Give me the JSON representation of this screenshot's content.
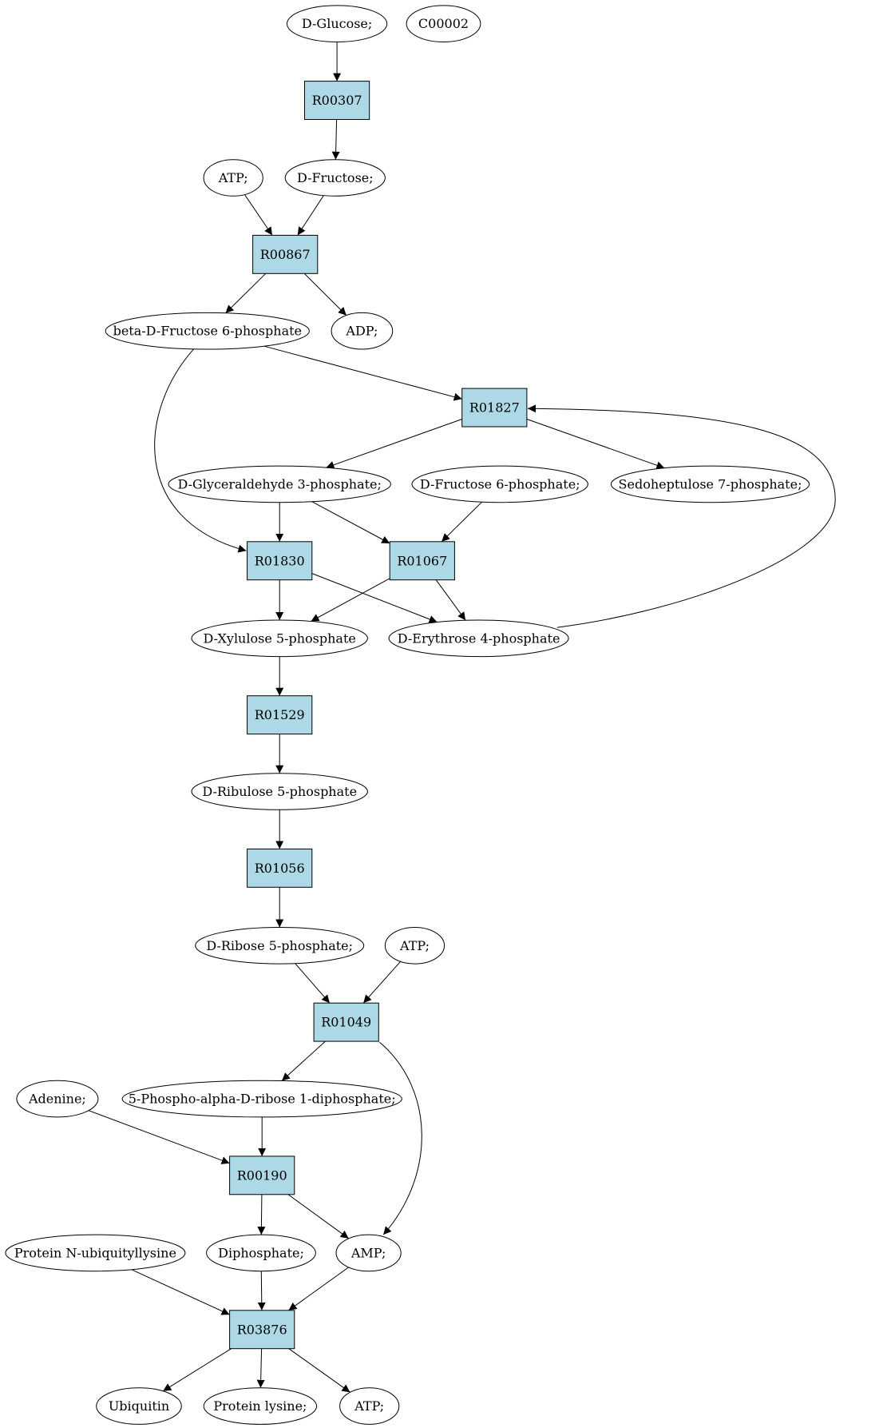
{
  "colors": {
    "reaction_fill": "#add8e6",
    "start_fill": "#00ee00",
    "highlight_fill": "#ffff00",
    "default_fill": "#ffffff"
  },
  "nodes": [
    {
      "id": "glucose",
      "label": "D-Glucose;",
      "kind": "compound",
      "fill": "#00ee00"
    },
    {
      "id": "c00002",
      "label": "C00002",
      "kind": "compound",
      "fill": "#ffff00"
    },
    {
      "id": "R00307",
      "label": "R00307",
      "kind": "reaction"
    },
    {
      "id": "atp1",
      "label": "ATP;",
      "kind": "compound"
    },
    {
      "id": "fructose",
      "label": "D-Fructose;",
      "kind": "compound"
    },
    {
      "id": "R00867",
      "label": "R00867",
      "kind": "reaction"
    },
    {
      "id": "bf6p",
      "label": "beta-D-Fructose 6-phosphate",
      "kind": "compound"
    },
    {
      "id": "adp",
      "label": "ADP;",
      "kind": "compound"
    },
    {
      "id": "R01827",
      "label": "R01827",
      "kind": "reaction"
    },
    {
      "id": "g3p",
      "label": "D-Glyceraldehyde 3-phosphate;",
      "kind": "compound"
    },
    {
      "id": "f6p",
      "label": "D-Fructose 6-phosphate;",
      "kind": "compound"
    },
    {
      "id": "s7p",
      "label": "Sedoheptulose 7-phosphate;",
      "kind": "compound"
    },
    {
      "id": "R01830",
      "label": "R01830",
      "kind": "reaction"
    },
    {
      "id": "R01067",
      "label": "R01067",
      "kind": "reaction"
    },
    {
      "id": "x5p",
      "label": "D-Xylulose 5-phosphate",
      "kind": "compound"
    },
    {
      "id": "e4p",
      "label": "D-Erythrose 4-phosphate",
      "kind": "compound"
    },
    {
      "id": "R01529",
      "label": "R01529",
      "kind": "reaction"
    },
    {
      "id": "ru5p",
      "label": "D-Ribulose 5-phosphate",
      "kind": "compound"
    },
    {
      "id": "R01056",
      "label": "R01056",
      "kind": "reaction"
    },
    {
      "id": "r5p",
      "label": "D-Ribose 5-phosphate;",
      "kind": "compound"
    },
    {
      "id": "atp2",
      "label": "ATP;",
      "kind": "compound"
    },
    {
      "id": "R01049",
      "label": "R01049",
      "kind": "reaction"
    },
    {
      "id": "adenine",
      "label": "Adenine;",
      "kind": "compound"
    },
    {
      "id": "prpp",
      "label": "5-Phospho-alpha-D-ribose 1-diphosphate;",
      "kind": "compound"
    },
    {
      "id": "R00190",
      "label": "R00190",
      "kind": "reaction"
    },
    {
      "id": "pnub",
      "label": "Protein N-ubiquityllysine",
      "kind": "compound"
    },
    {
      "id": "diphosphate",
      "label": "Diphosphate;",
      "kind": "compound"
    },
    {
      "id": "amp",
      "label": "AMP;",
      "kind": "compound"
    },
    {
      "id": "R03876",
      "label": "R03876",
      "kind": "reaction"
    },
    {
      "id": "ubiquitin",
      "label": "Ubiquitin",
      "kind": "compound"
    },
    {
      "id": "plys",
      "label": "Protein lysine;",
      "kind": "compound"
    },
    {
      "id": "atp3",
      "label": "ATP;",
      "kind": "compound"
    }
  ],
  "edges": [
    {
      "from": "glucose",
      "to": "R00307"
    },
    {
      "from": "R00307",
      "to": "fructose"
    },
    {
      "from": "atp1",
      "to": "R00867"
    },
    {
      "from": "fructose",
      "to": "R00867"
    },
    {
      "from": "R00867",
      "to": "bf6p"
    },
    {
      "from": "R00867",
      "to": "adp"
    },
    {
      "from": "bf6p",
      "to": "R01827"
    },
    {
      "from": "bf6p",
      "to": "R01830"
    },
    {
      "from": "R01827",
      "to": "g3p"
    },
    {
      "from": "R01827",
      "to": "s7p"
    },
    {
      "from": "e4p",
      "to": "R01827"
    },
    {
      "from": "g3p",
      "to": "R01830"
    },
    {
      "from": "g3p",
      "to": "R01067"
    },
    {
      "from": "f6p",
      "to": "R01067"
    },
    {
      "from": "R01830",
      "to": "x5p"
    },
    {
      "from": "R01830",
      "to": "e4p"
    },
    {
      "from": "R01067",
      "to": "x5p"
    },
    {
      "from": "R01067",
      "to": "e4p"
    },
    {
      "from": "x5p",
      "to": "R01529"
    },
    {
      "from": "R01529",
      "to": "ru5p"
    },
    {
      "from": "ru5p",
      "to": "R01056"
    },
    {
      "from": "R01056",
      "to": "r5p"
    },
    {
      "from": "r5p",
      "to": "R01049"
    },
    {
      "from": "atp2",
      "to": "R01049"
    },
    {
      "from": "R01049",
      "to": "prpp"
    },
    {
      "from": "R01049",
      "to": "amp"
    },
    {
      "from": "adenine",
      "to": "R00190"
    },
    {
      "from": "prpp",
      "to": "R00190"
    },
    {
      "from": "R00190",
      "to": "diphosphate"
    },
    {
      "from": "R00190",
      "to": "amp"
    },
    {
      "from": "pnub",
      "to": "R03876"
    },
    {
      "from": "diphosphate",
      "to": "R03876"
    },
    {
      "from": "amp",
      "to": "R03876"
    },
    {
      "from": "R03876",
      "to": "ubiquitin"
    },
    {
      "from": "R03876",
      "to": "plys"
    },
    {
      "from": "R03876",
      "to": "atp3"
    }
  ]
}
